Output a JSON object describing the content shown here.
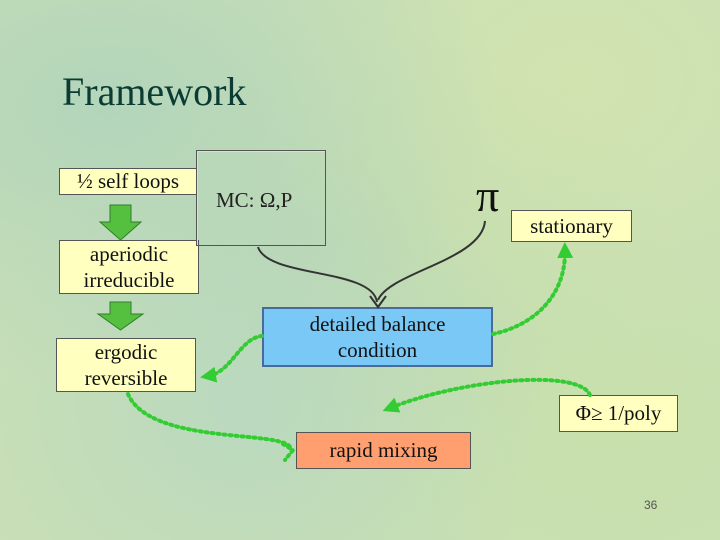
{
  "title": "Framework",
  "boxes": {
    "self_loops": "½ self loops",
    "aperiodic": "aperiodic\nirreducible",
    "ergodic": "ergodic\nreversible",
    "mc_label": "MC: Ω,P",
    "pi_symbol": "π",
    "stationary": "stationary",
    "detailed_balance": "detailed balance\ncondition",
    "conductance": "Φ≥ 1/poly",
    "rapid_mixing": "rapid mixing"
  },
  "page_number": "36",
  "colors": {
    "yellow_box": "#ffffc0",
    "blue_box": "#79c8f5",
    "orange_box": "#ff9f6f",
    "green_arrow": "#55c040",
    "dotted_arrow": "#33cc33"
  }
}
